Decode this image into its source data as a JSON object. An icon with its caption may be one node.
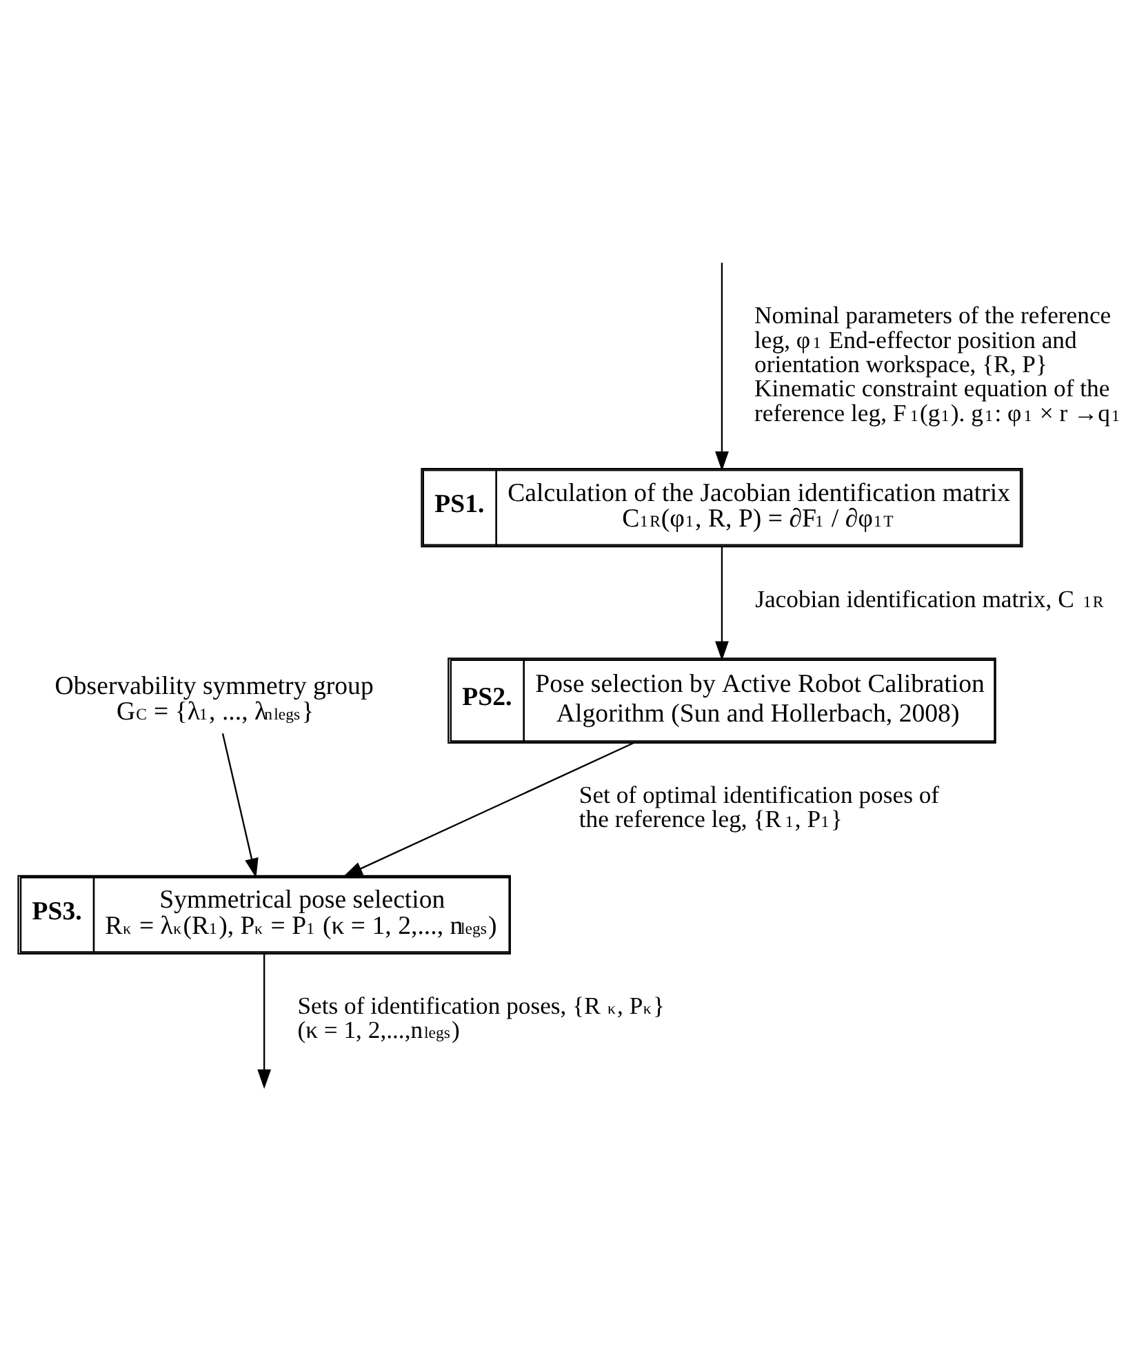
{
  "diagram": {
    "nodes": [
      {
        "text": [
          "PS1.",
          "Calculation of the Jacobian identification matrix",
          "C$_{1}$$^{R}$(φ$_{1}$, R, P) = ∂F$_{1}$ / ∂φ$_{1}$$^{T}$"
        ]
      },
      {
        "text": [
          "PS2.",
          "Pose selection by Active Robot Calibration Algorithm (Sun and Hollerbach, 2008)"
        ]
      },
      {
        "text": [
          "PS3.",
          "Symmetrical pose selection",
          "R$_{κ}$ = λ$_{κ}$(R$_{1}$), P$_{κ}$ = P$_{1}$ (κ = 1, 2,..., n$_{legs}$)"
        ]
      },
      {
        "text": [
          "Observability symmetry group",
          "G$_{C}$ = {λ$_{1}$, ..., λ$_{n}$$_{legs}$}"
        ]
      }
    ],
    "edges": [
      {
        "from": null,
        "to": 0,
        "arrow": "to",
        "label": "Nominal parameters of the reference leg, φ$_{1}$ End-effector position and orientation workspace, {R, P} Kinematic constraint equation of the reference leg, F$_{1}$(g$_{1}$). g$_{1}$: φ$_{1}$ × r →q$_{1}$"
      },
      {
        "from": 0,
        "to": 1,
        "arrow": "to",
        "label": "Jacobian identification matrix, C$_{1}$$^{R}$"
      },
      {
        "from": 1,
        "to": 2,
        "arrow": "to",
        "label": "Set of optimal identification poses of the reference leg, {R$_{1}$, P$_{1}$}"
      },
      {
        "from": 3,
        "to": 2,
        "arrow": "to"
      },
      {
        "from": 2,
        "to": null,
        "arrow": "to",
        "label": "Sets of identification poses, {R$_{κ}$, P$_{κ}$} (κ = 1, 2,...,n$_{legs}$)"
      }
    ]
  }
}
